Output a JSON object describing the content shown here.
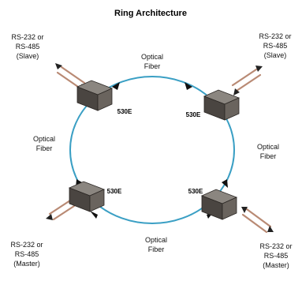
{
  "title": "Ring Architecture",
  "fiber_labels": {
    "top": [
      "Optical",
      "Fiber"
    ],
    "left": [
      "Optical",
      "Fiber"
    ],
    "right": [
      "Optical",
      "Fiber"
    ],
    "bottom": [
      "Optical",
      "Fiber"
    ]
  },
  "devices": {
    "top_left": {
      "model": "530E",
      "port": [
        "RS-232 or",
        "RS-485",
        "(Slave)"
      ]
    },
    "top_right": {
      "model": "530E",
      "port": [
        "RS-232 or",
        "RS-485",
        "(Slave)"
      ]
    },
    "bottom_left": {
      "model": "530E",
      "port": [
        "RS-232 or",
        "RS-485",
        "(Master)"
      ]
    },
    "bottom_right": {
      "model": "530E",
      "port": [
        "RS-232 or",
        "RS-485",
        "(Master)"
      ]
    }
  },
  "colors": {
    "fiber": "#3a9fc4",
    "cable": "#b98a74",
    "box_top": "#8b8680",
    "box_left": "#4a4541",
    "box_right": "#6a645e",
    "text": "#111111"
  }
}
